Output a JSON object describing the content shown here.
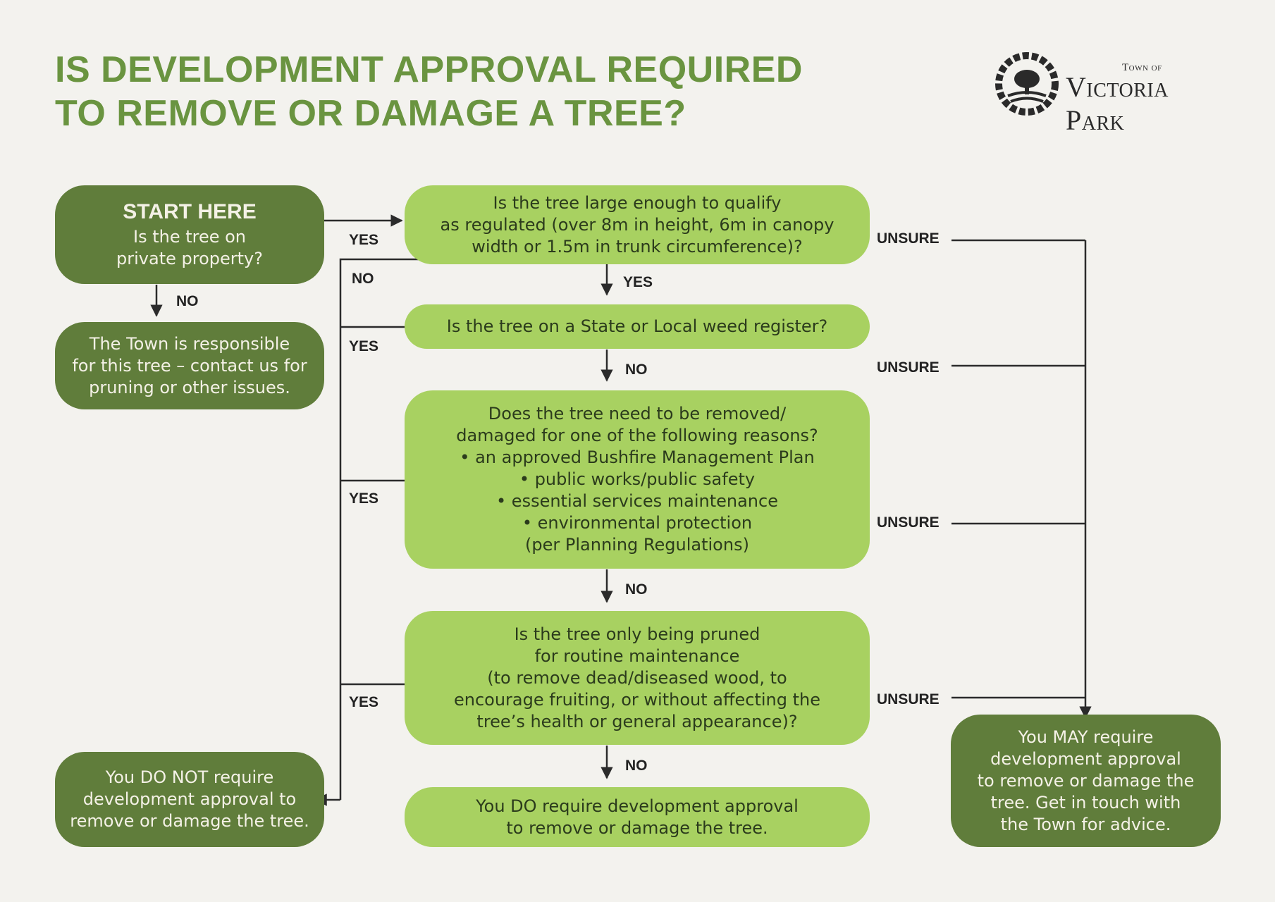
{
  "title": {
    "line1": "IS DEVELOPMENT APPROVAL REQUIRED",
    "line2": "TO REMOVE OR DAMAGE A TREE?"
  },
  "logo": {
    "small_text": "Town of",
    "main_text": "Victoria Park",
    "icon": "tree-sun-logo-icon"
  },
  "colors": {
    "title_green": "#6a9440",
    "dark_box": "#607d3b",
    "light_box": "#a8d161",
    "background": "#f3f2ee",
    "line": "#2b2b2b"
  },
  "start": {
    "heading": "START HERE",
    "lines": [
      "Is the tree on",
      "private property?"
    ]
  },
  "town_responsible": {
    "lines": [
      "The Town is responsible",
      "for this tree – contact us for",
      "pruning or other issues."
    ]
  },
  "do_not_require": {
    "lines": [
      "You DO NOT require",
      "development approval to",
      "remove or damage the tree."
    ]
  },
  "may_require": {
    "lines": [
      "You MAY require",
      "development approval",
      "to remove or damage the",
      "tree. Get in touch with",
      "the Town for advice."
    ]
  },
  "questions": {
    "q1": {
      "lines": [
        "Is the tree large enough to qualify",
        "as regulated (over 8m in height, 6m in canopy",
        "width or 1.5m in trunk circumference)?"
      ]
    },
    "q2": {
      "lines": [
        "Is the tree on a State or Local weed register?"
      ]
    },
    "q3": {
      "lines": [
        "Does the tree need to be removed/",
        "damaged for one of the following reasons?",
        "• an approved Bushfire Management Plan",
        "• public works/public safety",
        "• essential services maintenance",
        "• environmental protection",
        "(per Planning Regulations)"
      ]
    },
    "q4": {
      "lines": [
        "Is the tree only being pruned",
        "for routine maintenance",
        "(to remove dead/diseased wood, to",
        "encourage fruiting, or without affecting the",
        "tree’s health or general appearance)?"
      ]
    }
  },
  "do_require": {
    "lines": [
      "You DO require development approval",
      "to remove or damage the tree."
    ]
  },
  "labels": {
    "yes": "YES",
    "no": "NO",
    "unsure": "UNSURE"
  }
}
